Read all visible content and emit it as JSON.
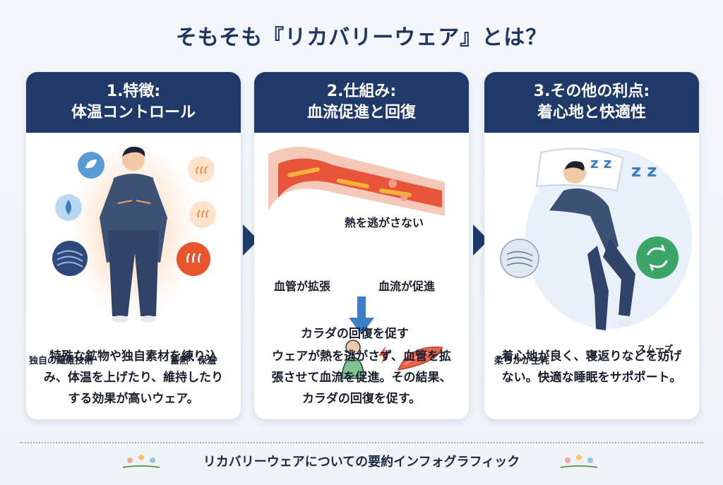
{
  "title": "そもそも『リカバリーウェア』とは？",
  "cards": [
    {
      "heading_line1": "1.特徴:",
      "heading_line2": "体温コントロール",
      "labels": [
        "独自の繊維技術",
        "蓄熱・保温"
      ],
      "description": "特殊な鉱物や独自素材を練り込み、体温を上げたり、維持したりする効果が高いウェア。"
    },
    {
      "heading_line1": "2.仕組み:",
      "heading_line2": "血流促進と回復",
      "labels": [
        "熱を逃がさない",
        "血管が拡張",
        "血流が促進",
        "カラダの回復を促す"
      ],
      "description": "ウェアが熱を逃がさず、血管を拡張させて血流を促進。その結果、カラダの回復を促す。"
    },
    {
      "heading_line1": "3.その他の利点:",
      "heading_line2": "着心地と快適性",
      "labels": [
        "柔らかか生耗",
        "スムーズ"
      ],
      "description": "着心地が良く、寝返りなどを妨げない。快適な睡眠をサポポート。"
    }
  ],
  "footer": "リカバリーウェアについての要約インフォグラフィック",
  "colors": {
    "navy": "#1f3a68",
    "orange": "#f08a3c",
    "blue": "#3b7fc4",
    "green": "#3aa566"
  }
}
